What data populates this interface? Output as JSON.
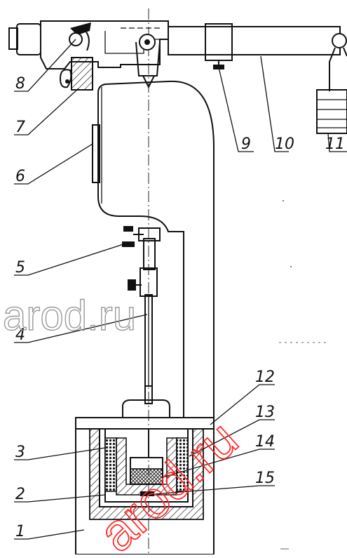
{
  "labels": [
    "1",
    "2",
    "3",
    "4",
    "5",
    "6",
    "7",
    "8",
    "9",
    "10",
    "11",
    "12",
    "13",
    "14",
    "15"
  ],
  "watermark_grey": "arod.ru",
  "watermark_red": "arod.ru"
}
